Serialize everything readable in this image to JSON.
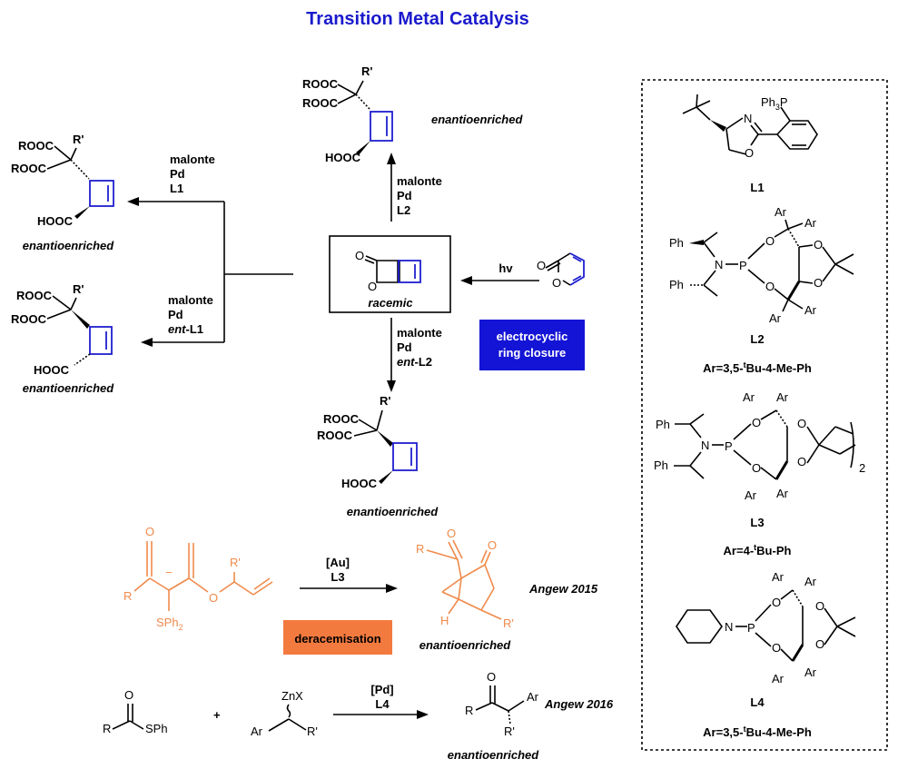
{
  "title": "Transition Metal Catalysis",
  "colors": {
    "title": "#1a1acc",
    "blue": "#1f1fd0",
    "orange": "#f08a4b",
    "badge_blue": "#1414d6",
    "badge_orange": "#f37a3f"
  },
  "labels": {
    "enantioenriched": "enantioenriched",
    "racemic": "racemic",
    "hv": "hv",
    "electrocyclic_1": "electrocyclic",
    "electrocyclic_2": "ring closure",
    "deracemisation": "deracemisation",
    "angew_2015": "Angew 2015",
    "angew_2016": "Angew 2016"
  },
  "reagents": {
    "top": [
      "malonte",
      "Pd",
      "L2"
    ],
    "bottom": [
      "malonte",
      "Pd",
      "ent-L2"
    ],
    "left_top": [
      "malonte",
      "Pd",
      "L1"
    ],
    "left_bottom": [
      "malonte",
      "Pd",
      "ent-L1"
    ],
    "au": [
      "[Au]",
      "L3"
    ],
    "pd": [
      "[Pd]",
      "L4"
    ]
  },
  "atoms": {
    "rooc": "ROOC",
    "hooc": "HOOC",
    "r_prime": "R'",
    "o": "O",
    "n": "N",
    "p": "P",
    "h": "H",
    "r": "R",
    "ph": "Ph",
    "ph3p": "Ph3P",
    "ar": "Ar",
    "sph": "SPh",
    "sph2": "SPh2",
    "znx": "ZnX",
    "plus": "+",
    "two": "2"
  },
  "ligands": {
    "l1": "L1",
    "l2": "L2",
    "l3": "L3",
    "l4": "L4",
    "l2_ar": "Ar=3,5-tBu-4-Me-Ph",
    "l3_ar": "Ar=4-tBu-Ph",
    "l4_ar": "Ar=3,5-tBu-4-Me-Ph"
  }
}
